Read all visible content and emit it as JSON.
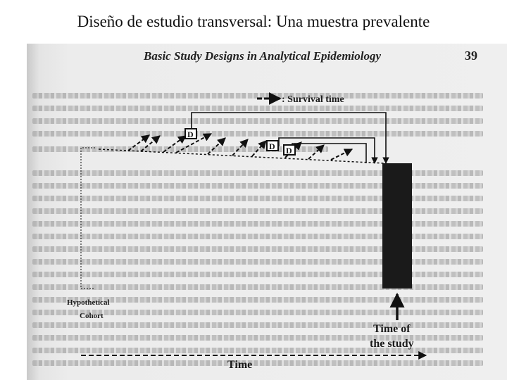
{
  "slide": {
    "title": "Diseño de estudio transversal: Una muestra prevalente"
  },
  "book_page": {
    "running_head": "Basic Study Designs in Analytical Epidemiology",
    "page_number": "39"
  },
  "figure": {
    "survival_time_label": ": Survival time",
    "death_marker": "D",
    "cohort_label_line1": "Hypothetical",
    "cohort_label_line2": "Cohort",
    "time_of_study_line1": "Time of",
    "time_of_study_line2": "the study",
    "time_axis_label": "Time"
  }
}
